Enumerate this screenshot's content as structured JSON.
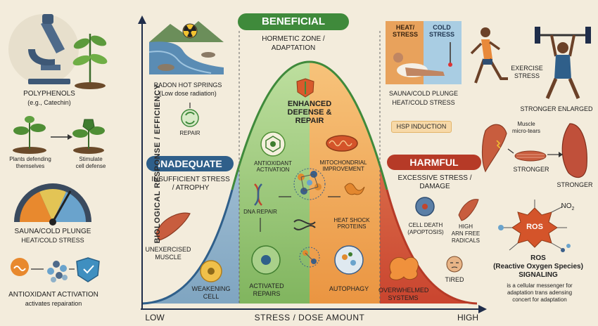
{
  "zones": {
    "beneficial": {
      "title": "BENEFICIAL",
      "subtitle_line1": "HORMETIC ZONE /",
      "subtitle_line2": "ADAPTATION",
      "center_title_line1": "ENHANCED",
      "center_title_line2": "DEFENSE &",
      "center_title_line3": "REPAIR"
    },
    "inadequate": {
      "title": "INADEQUATE",
      "subtitle_line1": "INSUFFICIENT STRESS",
      "subtitle_line2": "/ ATROPHY"
    },
    "harmful": {
      "title": "HARMFUL",
      "subtitle_line1": "EXCESSIVE STRESS /",
      "subtitle_line2": "DAMAGE"
    }
  },
  "axes": {
    "y_label": "BIOLOGICAL RESPONSE / EFFICIENCY",
    "x_label": "STRESS / DOSE AMOUNT",
    "x_low": "LOW",
    "x_high": "HIGH"
  },
  "curve_labels": {
    "antioxidant_line1": "ANTIOXIDANT",
    "antioxidant_line2": "ACTIVATION",
    "mito_line1": "MITOCHONDRIAL",
    "mito_line2": "IMPROVEMENT",
    "dna_repair": "DNA REPAIR",
    "heat_shock_line1": "HEAT SHOCK",
    "heat_shock_line2": "PROTEINS",
    "activated_line1": "ACTIVATED",
    "activated_line2": "REPAIRS",
    "autophagy": "AUTOPHAGY",
    "weakening_line1": "WEAKENING",
    "weakening_line2": "CELL",
    "unexercised_line1": "UNEXERCISED",
    "unexercised_line2": "MUSCLE",
    "overwhelmed_line1": "OVERWHELMED",
    "overwhelmed_line2": "SYSTEMS",
    "cell_death_line1": "CELL DEATH",
    "cell_death_line2": "(APOPTOSIS)",
    "radicals_line1": "HIGH",
    "radicals_line2": "ARN FREE",
    "radicals_line3": "RADICALS",
    "tired": "TIRED"
  },
  "radon": {
    "title": "RADON HOT SPRINGS",
    "subtitle": "(Low dose radiation)",
    "repair": "REPAIR"
  },
  "sauna_top": {
    "heat_line1": "HEAT/",
    "heat_line2": "STRESS",
    "cold_line1": "COLD",
    "cold_line2": "STRESS",
    "title": "SAUNA/COLD PLUNGE",
    "subtitle": "HEAT/COLD STRESS",
    "badge": "HSP INDUCTION"
  },
  "left_panel": {
    "polyphenols": "POLYPHENOLS",
    "polyphenols_sub": "(e.g., Catechin)",
    "plants_line1": "Plants defending",
    "plants_line2": "themselves",
    "stimulate_line1": "Stimulate",
    "stimulate_line2": "cell defense",
    "sauna_title": "SAUNA/COLD PLUNGE",
    "sauna_sub": "HEAT/COLD STRESS",
    "antiox_title": "ANTIOXIDANT ACTIVATION",
    "antiox_sub": "activates repairation"
  },
  "right_panel": {
    "exercise_line1": "EXERCISE",
    "exercise_line2": "STRESS",
    "stronger_enlarged": "STRONGER ENLARGED",
    "micro_line1": "Muscle",
    "micro_line2": "micro-tears",
    "stronger": "STRONGER",
    "stronger2": "STRONGER",
    "ros_badge": "ROS",
    "no2": "NO",
    "no2_sub": "2",
    "ros_title_line1": "ROS",
    "ros_title_line2": "(Reactive Oxygen Species)",
    "ros_title_line3": "SIGNALING",
    "ros_desc_line1": "is a cellular messenger for",
    "ros_desc_line2": "adaptation trans adensing",
    "ros_desc_line3": "concert for adaptation"
  },
  "colors": {
    "inadequate": "#2f5f8a",
    "beneficial": "#3f8a3b",
    "harmful": "#b63a27",
    "zone_blue": "#8fb1c9",
    "zone_green": "#8ebf6e",
    "zone_orange": "#f0a048",
    "zone_red": "#d5553a"
  },
  "icons": [
    "microscope-icon",
    "plant-icon",
    "gauge-icon",
    "shield-icon",
    "radiation-icon",
    "recycle-icon",
    "runner-icon",
    "weightlifter-icon",
    "muscle-icon",
    "dna-icon",
    "mitochondria-icon",
    "cell-icon",
    "virus-icon",
    "tired-face-icon"
  ]
}
